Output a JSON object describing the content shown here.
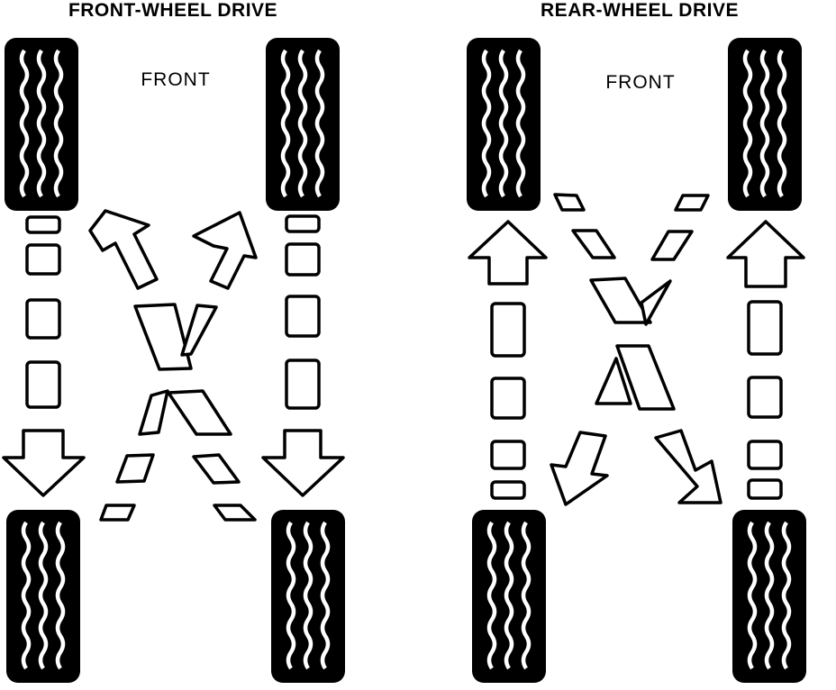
{
  "panels": [
    {
      "title": "FRONT-WHEEL DRIVE",
      "front_label": "FRONT"
    },
    {
      "title": "REAR-WHEEL DRIVE",
      "front_label": "FRONT"
    }
  ],
  "colors": {
    "ink": "#000000",
    "paper": "#ffffff"
  },
  "icons": [
    "tire-icon",
    "arrow-up-icon",
    "arrow-down-icon",
    "arrow-diagonal-icon"
  ]
}
